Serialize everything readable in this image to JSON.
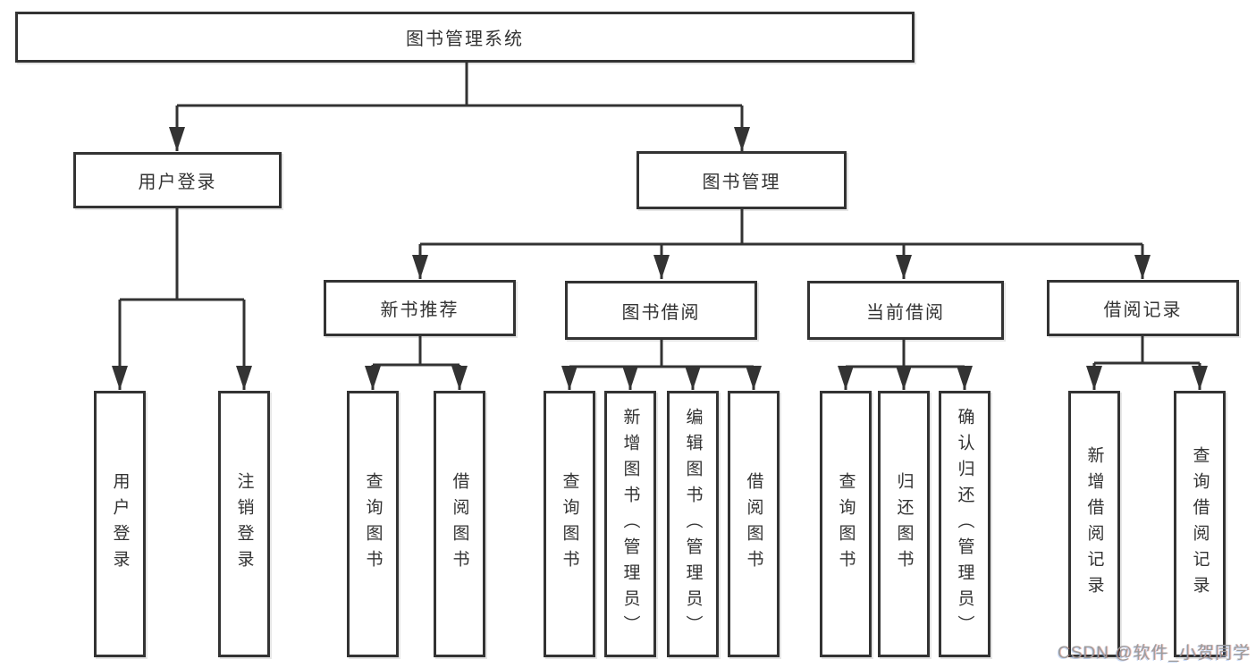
{
  "colors": {
    "line": "#333333",
    "box_border": "#333333",
    "box_fill": "#ffffff",
    "text": "#333333",
    "watermark_text": "#9c9c9c"
  },
  "watermark": {
    "text": "CSDN @软件_小贺同学"
  },
  "tree": {
    "label": "图书管理系统",
    "children": [
      {
        "label": "用户登录",
        "children": [
          {
            "label": "用户登录"
          },
          {
            "label": "注销登录"
          }
        ]
      },
      {
        "label": "图书管理",
        "children": [
          {
            "label": "新书推荐",
            "children": [
              {
                "label": "查询图书"
              },
              {
                "label": "借阅图书"
              }
            ]
          },
          {
            "label": "图书借阅",
            "children": [
              {
                "label": "查询图书"
              },
              {
                "label": "新增图书（管理员）"
              },
              {
                "label": "编辑图书（管理员）"
              },
              {
                "label": "借阅图书"
              }
            ]
          },
          {
            "label": "当前借阅",
            "children": [
              {
                "label": "查询图书"
              },
              {
                "label": "归还图书"
              },
              {
                "label": "确认归还（管理员）"
              }
            ]
          },
          {
            "label": "借阅记录",
            "children": [
              {
                "label": "新增借阅记录"
              },
              {
                "label": "查询借阅记录"
              }
            ]
          }
        ]
      }
    ]
  }
}
